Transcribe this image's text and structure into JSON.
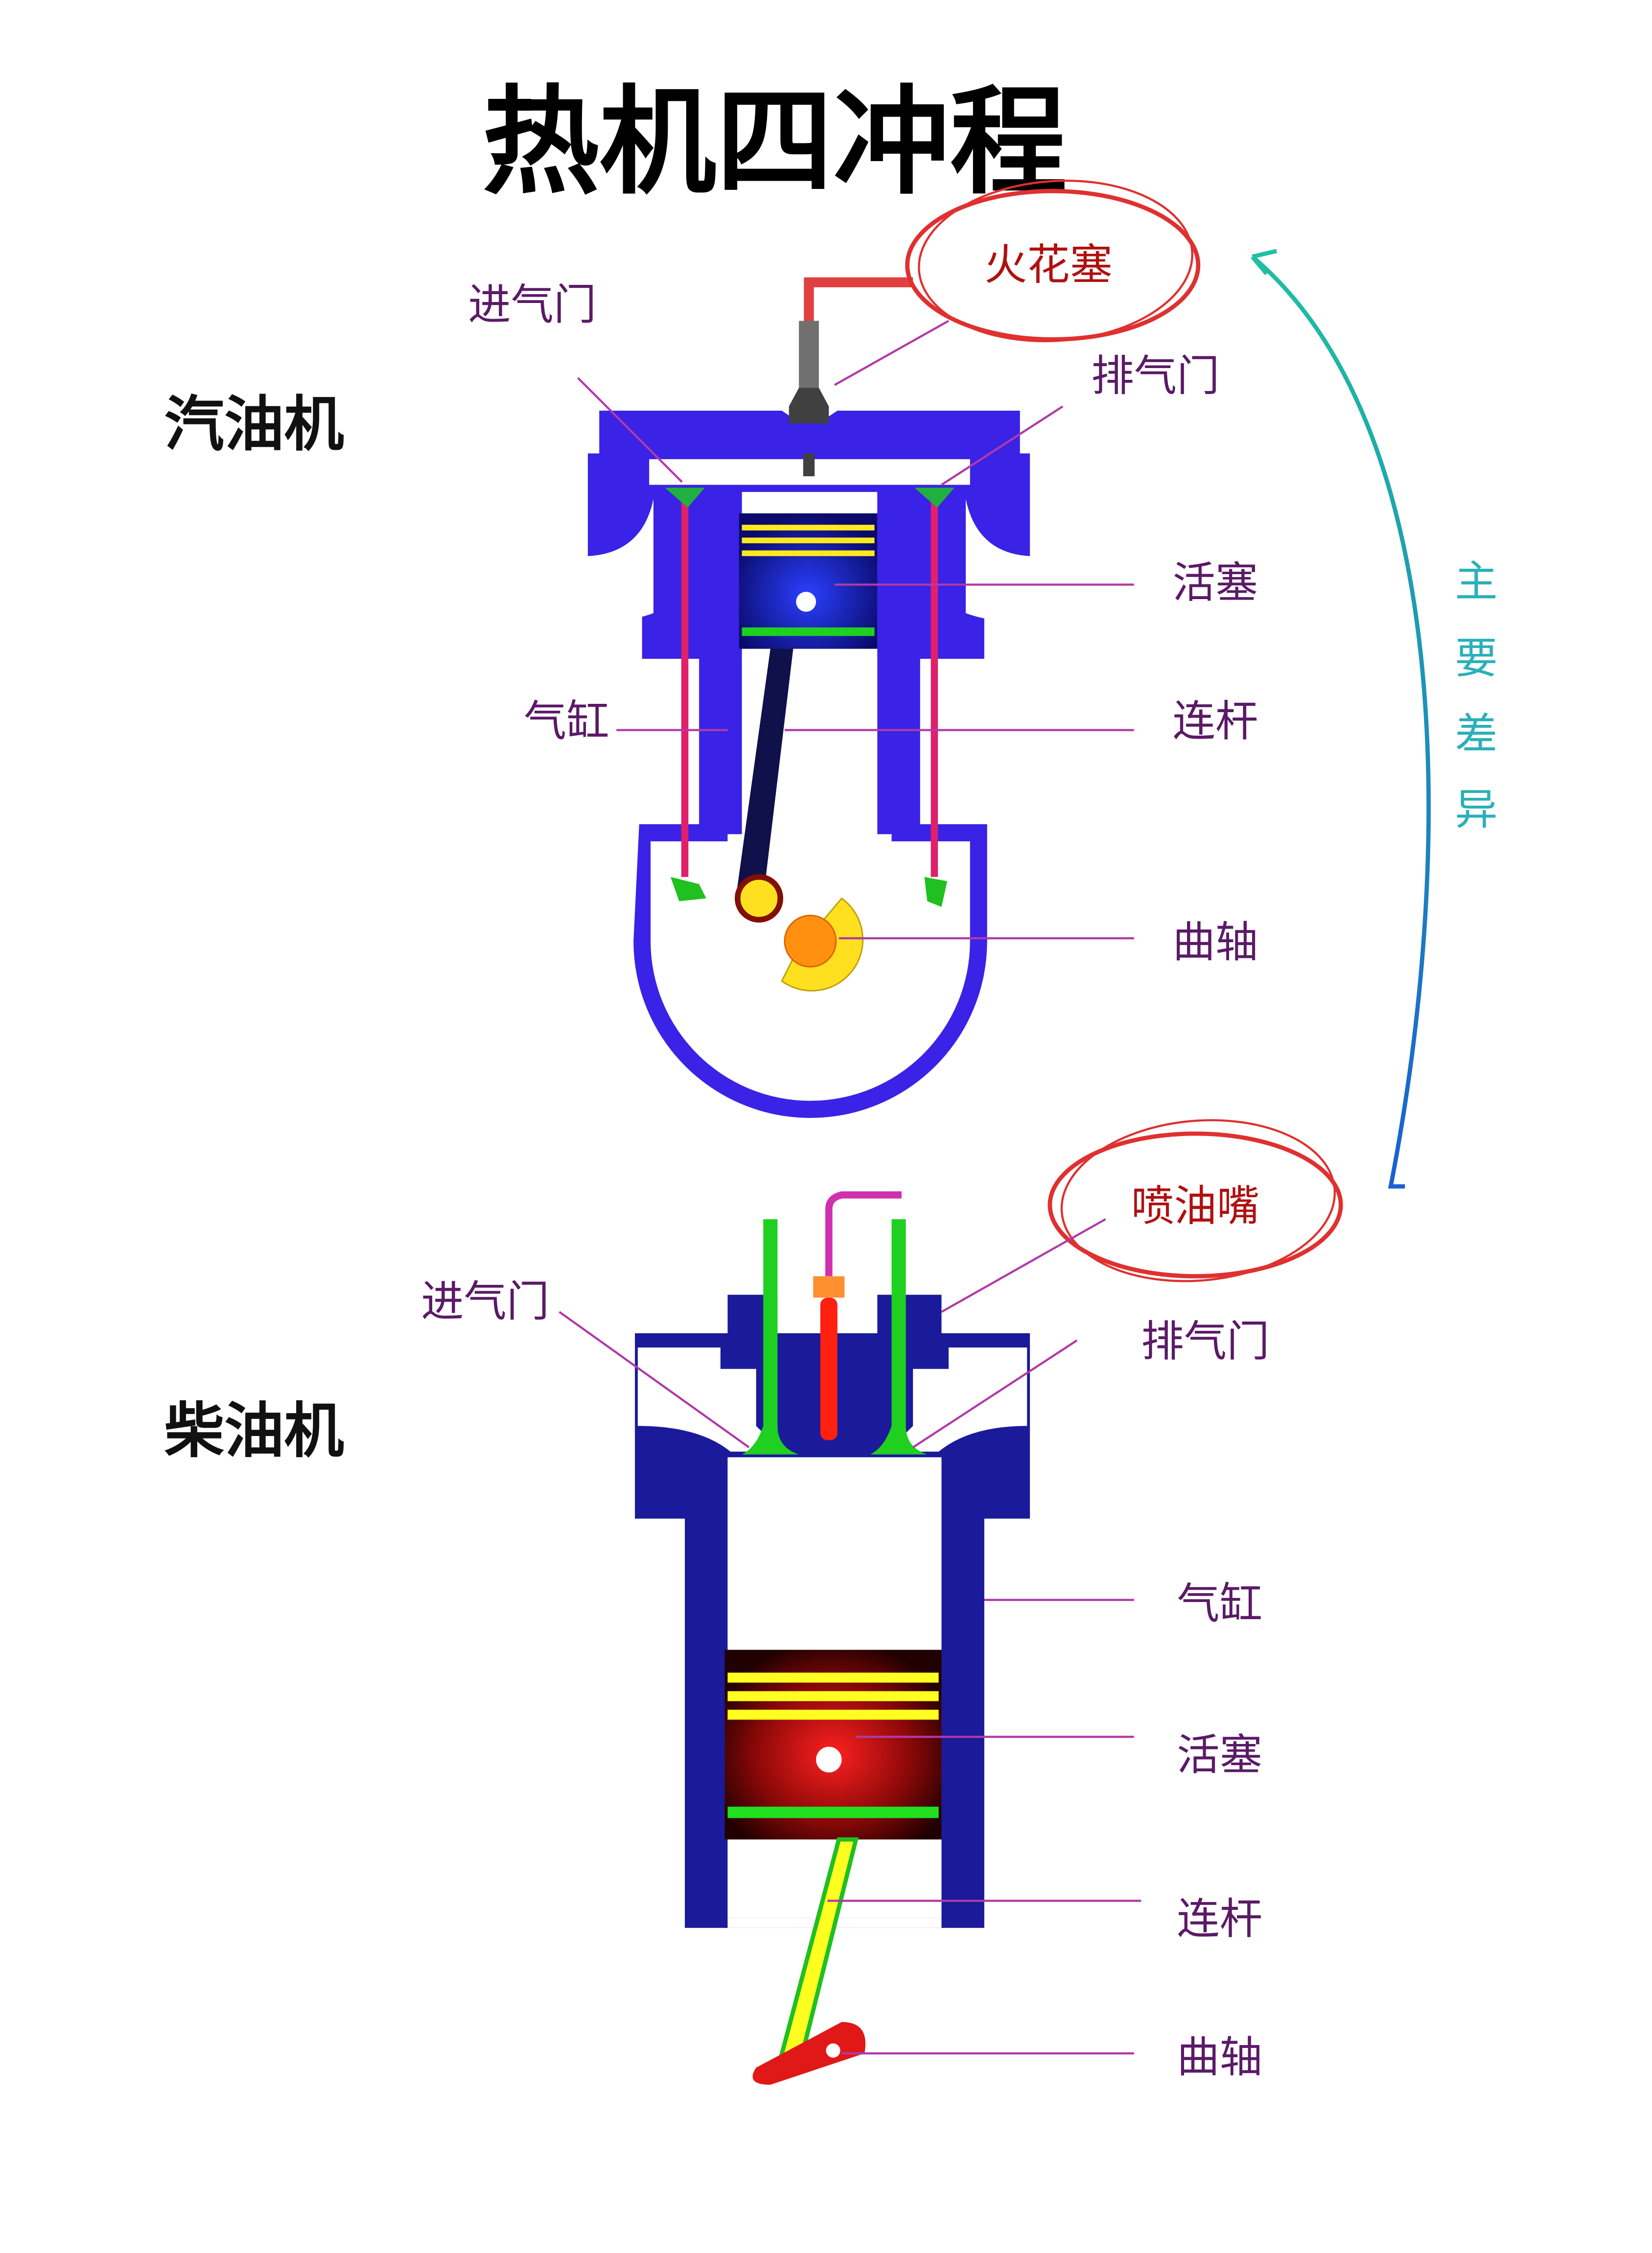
{
  "title": "热机四冲程",
  "difference_note": [
    "主",
    "要",
    "差",
    "异"
  ],
  "gasoline": {
    "name": "汽油机",
    "labels": {
      "spark_plug": "火花塞",
      "intake_valve": "进气门",
      "exhaust_valve": "排气门",
      "piston": "活塞",
      "cylinder": "气缸",
      "connecting_rod": "连杆",
      "crankshaft": "曲轴"
    }
  },
  "diesel": {
    "name": "柴油机",
    "labels": {
      "injector": "喷油嘴",
      "intake_valve": "进气门",
      "exhaust_valve": "排气门",
      "cylinder": "气缸",
      "piston": "活塞",
      "connecting_rod": "连杆",
      "crankshaft": "曲轴"
    }
  },
  "colors": {
    "engine_blue": "#3a22e6",
    "diesel_blue": "#1a1a9a",
    "label": "#5a1a66",
    "highlight": "#e03030",
    "arrow_start": "#20c0a0",
    "arrow_end": "#1a60d0"
  }
}
